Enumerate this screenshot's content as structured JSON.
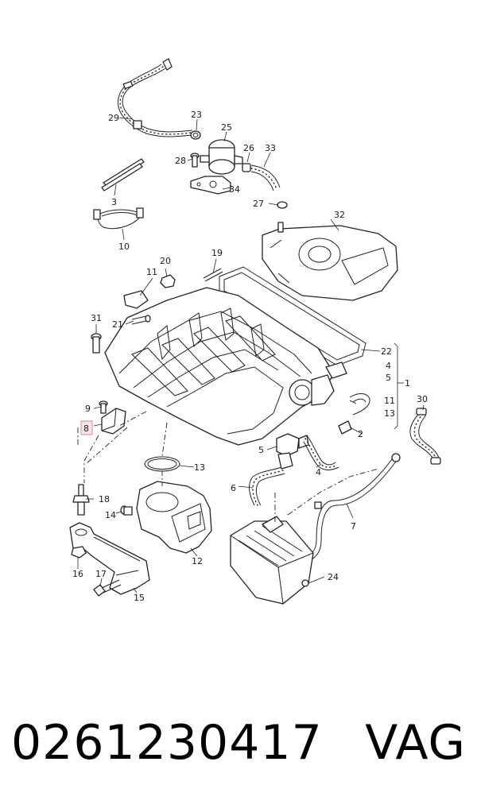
{
  "diagram": {
    "callouts": {
      "c1": "1",
      "c2": "2",
      "c3": "3",
      "c4a": "4",
      "c4b": "4",
      "c5a": "5",
      "c5b": "5",
      "c6": "6",
      "c7": "7",
      "c8": "8",
      "c9": "9",
      "c10": "10",
      "c11a": "11",
      "c11b": "11",
      "c12": "12",
      "c13a": "13",
      "c13b": "13",
      "c14": "14",
      "c15": "15",
      "c16": "16",
      "c17": "17",
      "c18": "18",
      "c19": "19",
      "c20": "20",
      "c21": "21",
      "c22": "22",
      "c23": "23",
      "c24": "24",
      "c25": "25",
      "c26": "26",
      "c27": "27",
      "c28": "28",
      "c29": "29",
      "c30": "30",
      "c31": "31",
      "c32": "32",
      "c33": "33",
      "c34": "34"
    },
    "highlighted_callout": "8",
    "highlight_color": "#fbe3e6"
  },
  "footer": {
    "part_number": "0261230417",
    "brand": "VAG"
  }
}
